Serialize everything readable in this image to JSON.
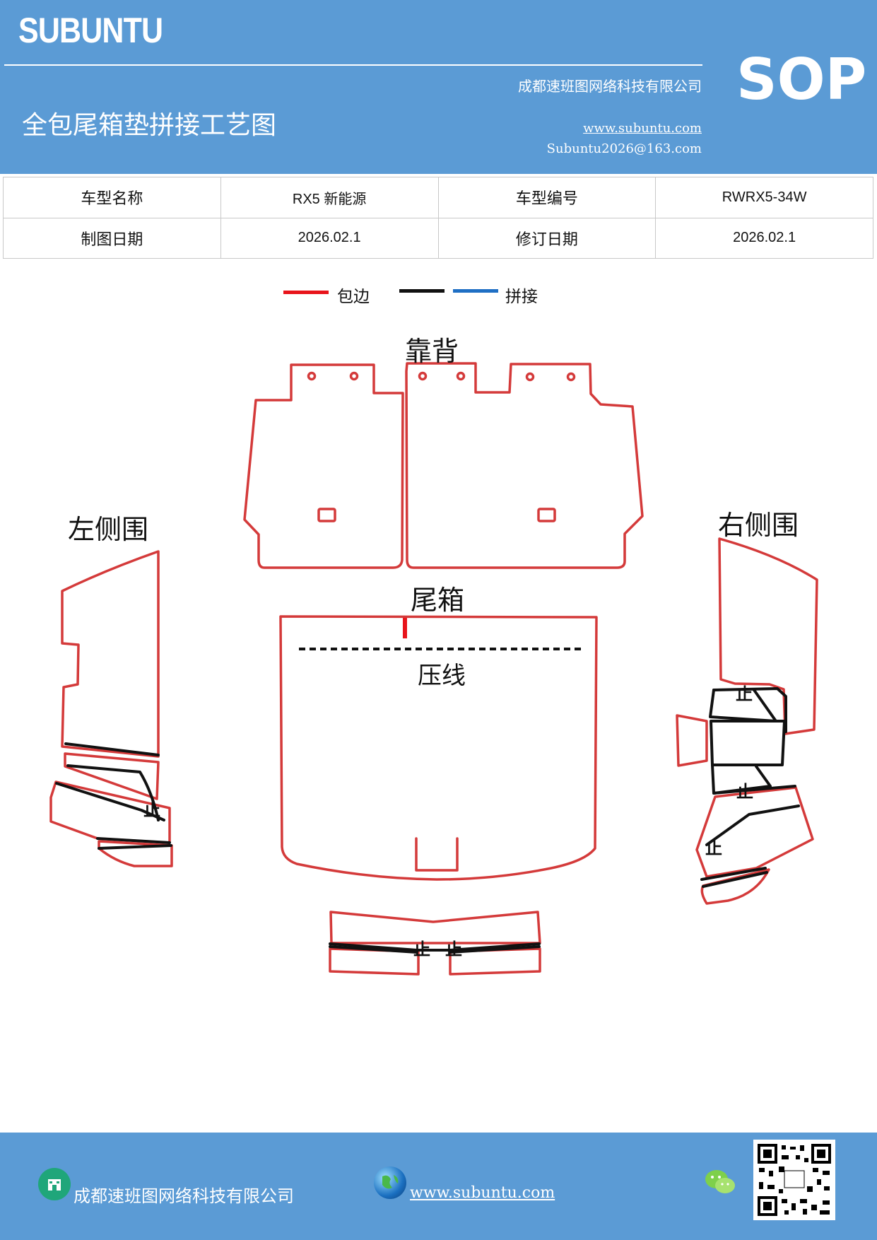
{
  "header": {
    "brand": "SUBUNTU",
    "company": "成都速班图网络科技有限公司",
    "title": "全包尾箱垫拼接工艺图",
    "website": "www.subuntu.com",
    "email": "Subuntu2026@163.com",
    "badge": "SOP"
  },
  "info_table": {
    "model_name_label": "车型名称",
    "model_name_value": "RX5  新能源",
    "model_code_label": "车型编号",
    "model_code_value": "RWRX5-34W",
    "draw_date_label": "制图日期",
    "draw_date_value": "2026.02.1",
    "revise_date_label": "修订日期",
    "revise_date_value": "2026.02.1"
  },
  "legend": {
    "edge_label": "包边",
    "splice_label": "拼接",
    "edge_color": "#e8141b",
    "splice_black": "#111111",
    "splice_blue": "#1f6fc4"
  },
  "diagram": {
    "backrest": "靠背",
    "left_side": "左侧围",
    "right_side": "右侧围",
    "trunk": "尾箱",
    "press_line": "压线",
    "stop_mark": "止"
  },
  "footer": {
    "company": "成都速班图网络科技有限公司",
    "website": "www.subuntu.com"
  },
  "colors": {
    "header_bg": "#5b9bd5",
    "outline": "#d43a3a"
  }
}
